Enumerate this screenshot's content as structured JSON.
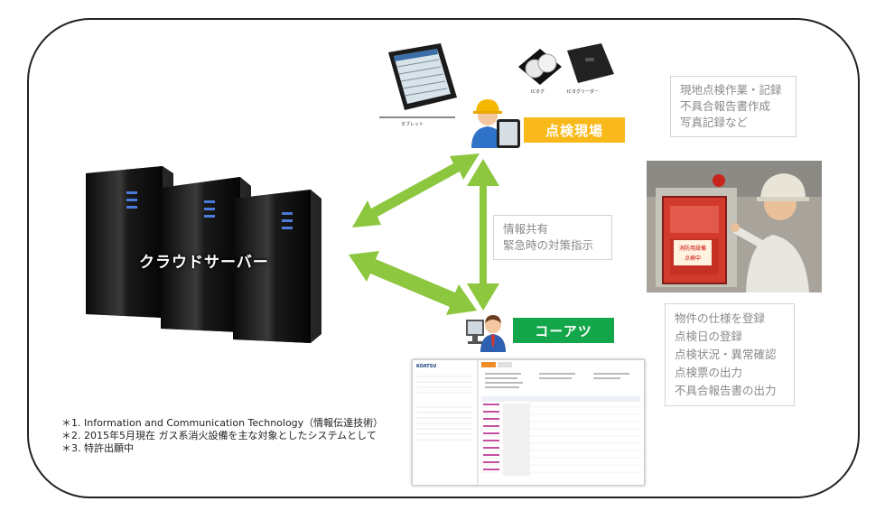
{
  "server": {
    "label": "クラウドサーバー"
  },
  "site_label": "点検現場",
  "corp_label": "コーアツ",
  "site_notes": [
    "現地点検作業・記録",
    "不具合報告書作成",
    "写真記録など"
  ],
  "share_notes": [
    "情報共有",
    "緊急時の対策指示"
  ],
  "corp_notes": [
    "物件の仕様を登録",
    "点検日の登録",
    "点検状況・異常確認",
    "点検票の出力",
    "不具合報告書の出力"
  ],
  "device_captions": {
    "tablet": "タブレット",
    "ic_tag": "ICタグ",
    "ic_reader": "ICタグリーダー"
  },
  "photo_sign": [
    "消防用設備",
    "点検中"
  ],
  "screen": {
    "brand": "KOATSU"
  },
  "footnotes": [
    "＊1. Information and Communication Technology（情報伝達技術）",
    "＊2. 2015年5月現在 ガス系消火設備を主な対象としたシステムとして",
    "＊3. 特許出願中"
  ],
  "colors": {
    "arrow": "#8dc63f",
    "site": "#f9b91b",
    "corp": "#13a64a"
  }
}
